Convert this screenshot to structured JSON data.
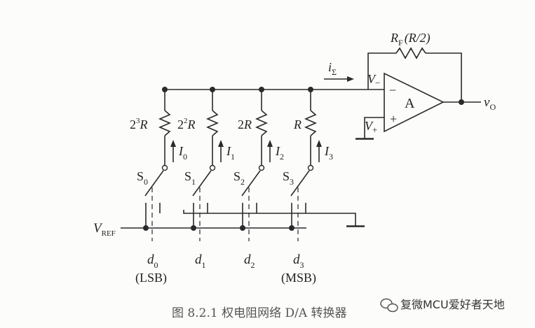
{
  "labels": {
    "rf_main": "R",
    "rf_sub": "F",
    "rf_value": "(R/2)",
    "i_sum_main": "i",
    "i_sum_sub": "Σ",
    "v_minus_main": "V",
    "v_minus_sub": "−",
    "v_plus_main": "V",
    "v_plus_sub": "+",
    "opamp_label": "A",
    "minus_sign": "−",
    "plus_sign": "+",
    "vo_main": "v",
    "vo_sub": "O",
    "vref_main": "V",
    "vref_sub": "REF"
  },
  "branches": [
    {
      "res_pre": "2",
      "res_sup": "3",
      "res_main": "R",
      "cur_main": "I",
      "cur_sub": "0",
      "sw_main": "S",
      "sw_sub": "0",
      "d_main": "d",
      "d_sub": "0",
      "bit_note": "(LSB)"
    },
    {
      "res_pre": "2",
      "res_sup": "2",
      "res_main": "R",
      "cur_main": "I",
      "cur_sub": "1",
      "sw_main": "S",
      "sw_sub": "1",
      "d_main": "d",
      "d_sub": "1",
      "bit_note": ""
    },
    {
      "res_pre": "2",
      "res_sup": "",
      "res_main": "R",
      "cur_main": "I",
      "cur_sub": "2",
      "sw_main": "S",
      "sw_sub": "2",
      "d_main": "d",
      "d_sub": "2",
      "bit_note": ""
    },
    {
      "res_pre": "",
      "res_sup": "",
      "res_main": "R",
      "cur_main": "I",
      "cur_sub": "3",
      "sw_main": "S",
      "sw_sub": "3",
      "d_main": "d",
      "d_sub": "3",
      "bit_note": "(MSB)"
    }
  ],
  "caption": "图 8.2.1   权电阻网络 D/A 转换器",
  "watermark": "复微MCU爱好者天地"
}
